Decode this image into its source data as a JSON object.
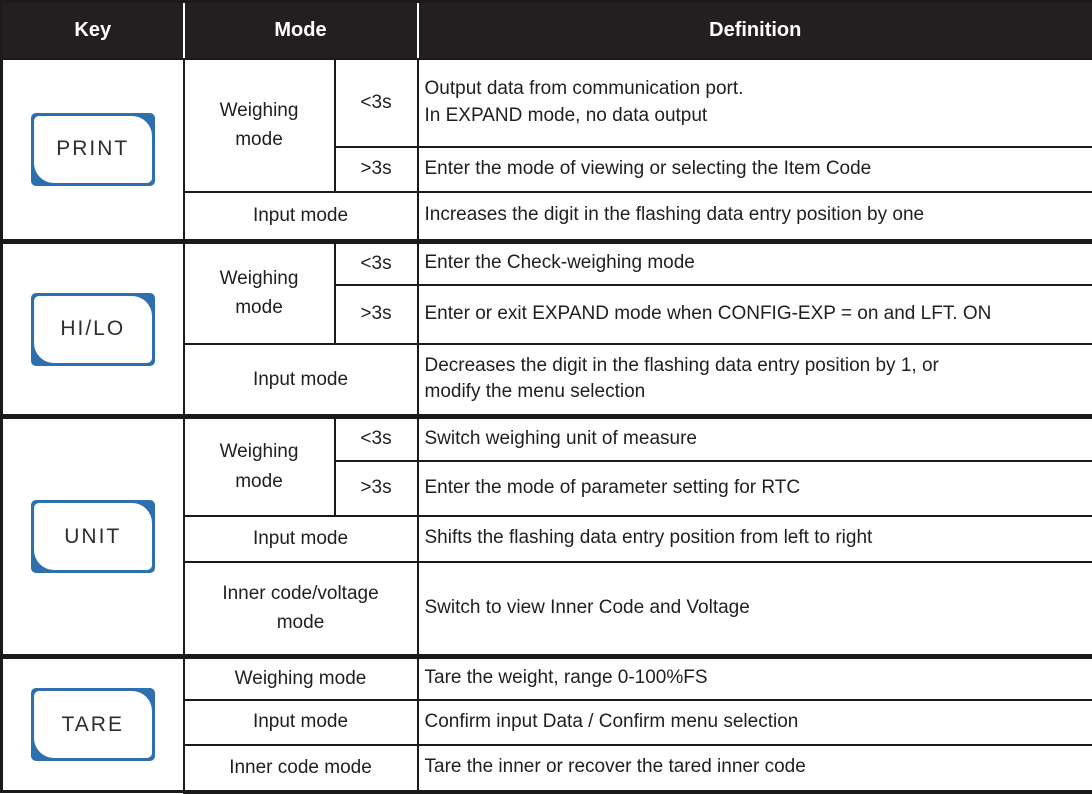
{
  "colors": {
    "accent_blue": "#2e6fad",
    "header_bg": "#231f20",
    "border": "#1a1a1a"
  },
  "table": {
    "header": {
      "key": "Key",
      "mode": "Mode",
      "definition": "Definition"
    },
    "sections": [
      {
        "key": "PRINT",
        "rows": [
          {
            "mode": "Weighing\nmode",
            "duration": "<3s",
            "definition": "Output data from communication port.\nIn EXPAND mode, no data output"
          },
          {
            "duration": ">3s",
            "definition": "Enter the mode of viewing or selecting the Item Code"
          },
          {
            "mode": "Input mode",
            "definition": "Increases the digit in the flashing data entry position by one"
          }
        ]
      },
      {
        "key": "HI/LO",
        "rows": [
          {
            "mode": "Weighing\nmode",
            "duration": "<3s",
            "definition": "Enter the Check-weighing mode"
          },
          {
            "duration": ">3s",
            "definition": "Enter or exit EXPAND mode when CONFIG-EXP = on and LFT. ON"
          },
          {
            "mode": "Input mode",
            "definition": "Decreases the digit in the flashing data entry position by 1, or\nmodify the menu selection"
          }
        ]
      },
      {
        "key": "UNIT",
        "rows": [
          {
            "mode": "Weighing\nmode",
            "duration": "<3s",
            "definition": "Switch weighing unit of measure"
          },
          {
            "duration": ">3s",
            "definition": "Enter the mode of parameter setting for RTC"
          },
          {
            "mode": "Input mode",
            "definition": "Shifts the flashing data entry position from left to right"
          },
          {
            "mode": "Inner code/voltage\nmode",
            "definition": "Switch to view Inner Code and Voltage"
          }
        ]
      },
      {
        "key": "TARE",
        "rows": [
          {
            "mode": "Weighing mode",
            "definition": "Tare the weight, range 0-100%FS"
          },
          {
            "mode": "Input mode",
            "definition": "Confirm input Data / Confirm menu selection"
          },
          {
            "mode": "Inner code mode",
            "definition": "Tare the inner or recover the tared inner code"
          }
        ]
      }
    ]
  }
}
